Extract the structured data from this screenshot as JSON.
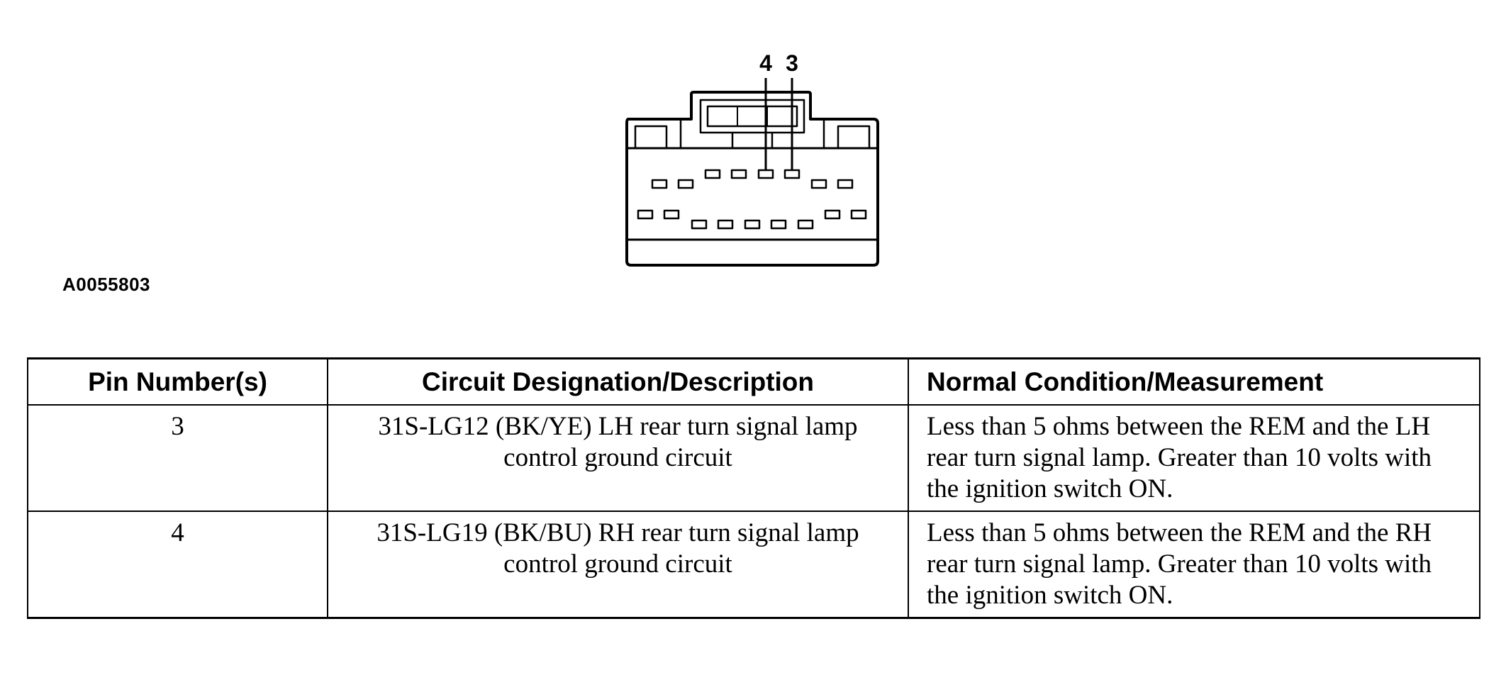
{
  "diagram": {
    "pin_labels": [
      "4",
      "3"
    ],
    "figure_id": "A0055803"
  },
  "table": {
    "headers": [
      "Pin Number(s)",
      "Circuit Designation/Description",
      "Normal Condition/Measurement"
    ],
    "rows": [
      {
        "pin": "3",
        "description": "31S-LG12 (BK/YE) LH rear turn signal lamp control ground circuit",
        "measurement": "Less than 5 ohms between the REM and the LH rear turn signal lamp. Greater than 10 volts with the ignition switch ON."
      },
      {
        "pin": "4",
        "description": "31S-LG19 (BK/BU) RH rear turn signal lamp control ground circuit",
        "measurement": "Less than 5 ohms between the REM and the RH rear turn signal lamp. Greater than 10 volts with the ignition switch ON."
      }
    ]
  }
}
